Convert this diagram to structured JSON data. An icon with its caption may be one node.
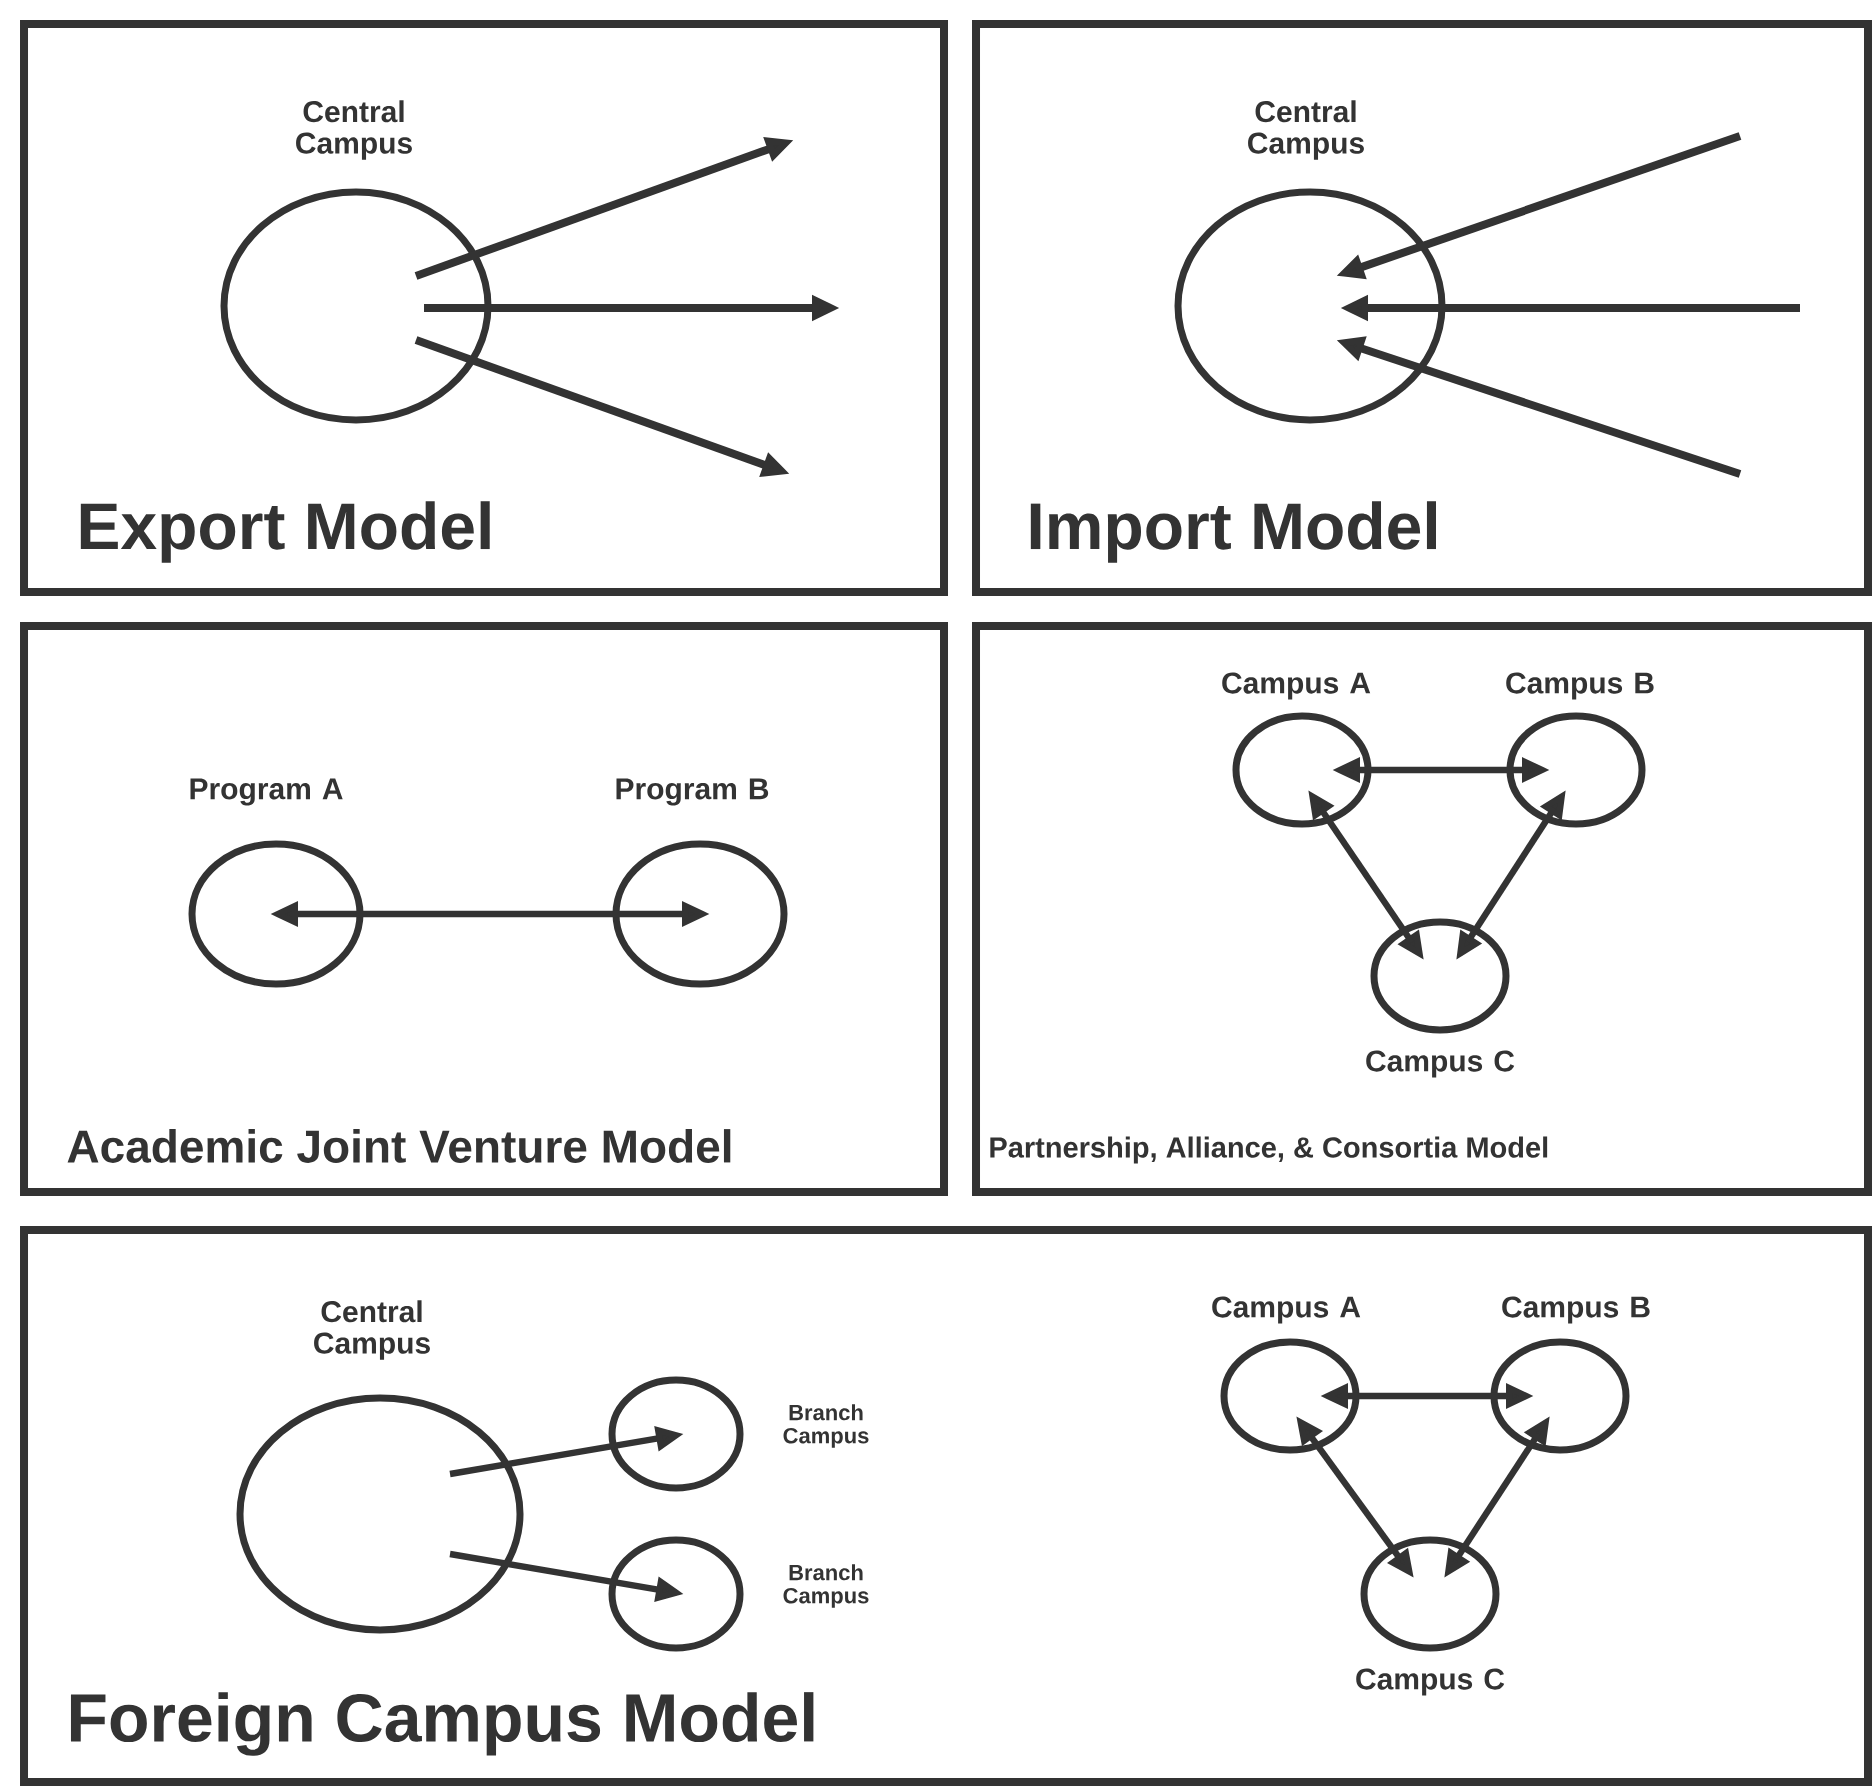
{
  "diagram": {
    "nodes": [
      {
        "text": [
          "Export Model"
        ]
      },
      {
        "text": [
          "Central Campus"
        ],
        "in": 0
      },
      {
        "text": [
          "Import Model"
        ]
      },
      {
        "text": [
          "Central Campus"
        ],
        "in": 2
      },
      {
        "text": [
          "Academic Joint Venture Model"
        ]
      },
      {
        "text": [
          "Program A"
        ],
        "in": 4
      },
      {
        "text": [
          "Program B"
        ],
        "in": 4
      },
      {
        "text": [
          "Partnership, Alliance, & Consortia Model"
        ]
      },
      {
        "text": [
          "Campus A"
        ],
        "in": 7
      },
      {
        "text": [
          "Campus B"
        ],
        "in": 7
      },
      {
        "text": [
          "Campus C"
        ],
        "in": 7
      },
      {
        "text": [
          "Foreign Campus Model"
        ]
      },
      {
        "text": [
          "Central Campus"
        ],
        "in": 11
      },
      {
        "text": [
          "Branch Campus"
        ],
        "in": 11
      },
      {
        "text": [
          "Branch Campus"
        ],
        "in": 11
      },
      {
        "text": [
          "Campus A"
        ],
        "in": 11
      },
      {
        "text": [
          "Campus B"
        ],
        "in": 11
      },
      {
        "text": [
          "Campus C"
        ],
        "in": 11
      }
    ],
    "edges": [
      {
        "from": 1,
        "to": null,
        "arrow": "to"
      },
      {
        "from": 1,
        "to": null,
        "arrow": "to"
      },
      {
        "from": 1,
        "to": null,
        "arrow": "to"
      },
      {
        "from": null,
        "to": 3,
        "arrow": "to"
      },
      {
        "from": null,
        "to": 3,
        "arrow": "to"
      },
      {
        "from": null,
        "to": 3,
        "arrow": "to"
      },
      {
        "from": 5,
        "to": 6,
        "arrow": "both"
      },
      {
        "from": 8,
        "to": 9,
        "arrow": "both"
      },
      {
        "from": 8,
        "to": 10,
        "arrow": "both"
      },
      {
        "from": 9,
        "to": 10,
        "arrow": "both"
      },
      {
        "from": 12,
        "to": 13,
        "arrow": "to"
      },
      {
        "from": 12,
        "to": 14,
        "arrow": "to"
      },
      {
        "from": 15,
        "to": 16,
        "arrow": "both"
      },
      {
        "from": 15,
        "to": 17,
        "arrow": "both"
      },
      {
        "from": 16,
        "to": 17,
        "arrow": "both"
      }
    ]
  }
}
